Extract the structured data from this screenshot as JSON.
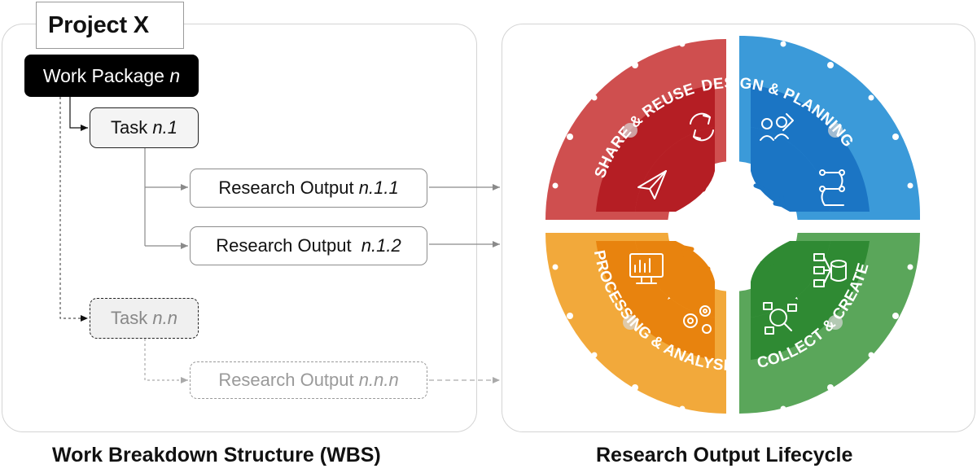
{
  "project": {
    "title": "Project X"
  },
  "wbs": {
    "work_package": {
      "label": "Work Package ",
      "index": "n"
    },
    "task_1": {
      "label": "Task ",
      "index": "n.1"
    },
    "output_1_1": {
      "label": "Research Output ",
      "index": "n.1.1"
    },
    "output_1_2": {
      "label": "Research Output  ",
      "index": "n.1.2"
    },
    "task_n": {
      "label": "Task ",
      "index": "n.n"
    },
    "output_n_n_n": {
      "label": "Research Output ",
      "index": "n.n.n"
    },
    "caption": "Work Breakdown Structure (WBS)"
  },
  "lifecycle": {
    "caption": "Research Output Lifecycle",
    "phases": [
      {
        "label": "DESIGN & PLANNING",
        "color_outer": "#3b9ad9",
        "color_inner": "#1b75c4"
      },
      {
        "label": "COLLECT & CREATE",
        "color_outer": "#5aa65a",
        "color_inner": "#2f8a33"
      },
      {
        "label": "PROCESSING & ANALYSIS",
        "color_outer": "#f2a93b",
        "color_inner": "#e8830e"
      },
      {
        "label": "SHARE & REUSE",
        "color_outer": "#cf4f4f",
        "color_inner": "#b51e24"
      }
    ],
    "icons": [
      "people-idea-icon",
      "workflow-icon",
      "hierarchy-database-icon",
      "data-search-icon",
      "analytics-dashboard-icon",
      "gears-icon",
      "recycle-icon",
      "paper-plane-icon"
    ]
  }
}
